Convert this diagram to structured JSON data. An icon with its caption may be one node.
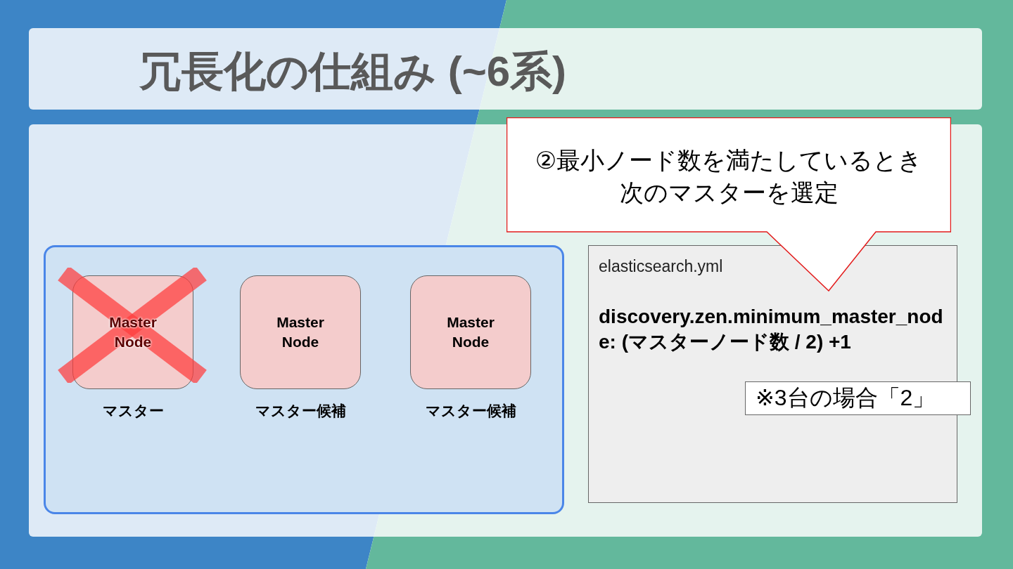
{
  "diagram": {
    "title": "冗長化の仕組み (~6系)",
    "nodes": [
      {
        "text": [],
        "shape": "box"
      },
      {
        "text": [
          "Master Node"
        ],
        "in": 0,
        "beside": [
          "マスター"
        ]
      },
      {
        "text": [
          "Master Node"
        ],
        "in": 0,
        "beside": [
          "マスター候補"
        ]
      },
      {
        "text": [
          "Master Node"
        ],
        "in": 0,
        "beside": [
          "マスター候補"
        ]
      },
      {
        "text": [
          "②最小ノード数を満たしているとき次のマスターを選定"
        ]
      },
      {
        "text": [
          "elasticsearch.yml",
          "discovery.zen.minimum_master_node: (マスターノード数 / 2) +1"
        ]
      },
      {
        "text": [
          "※3台の場合「2」"
        ]
      }
    ],
    "edges": []
  }
}
